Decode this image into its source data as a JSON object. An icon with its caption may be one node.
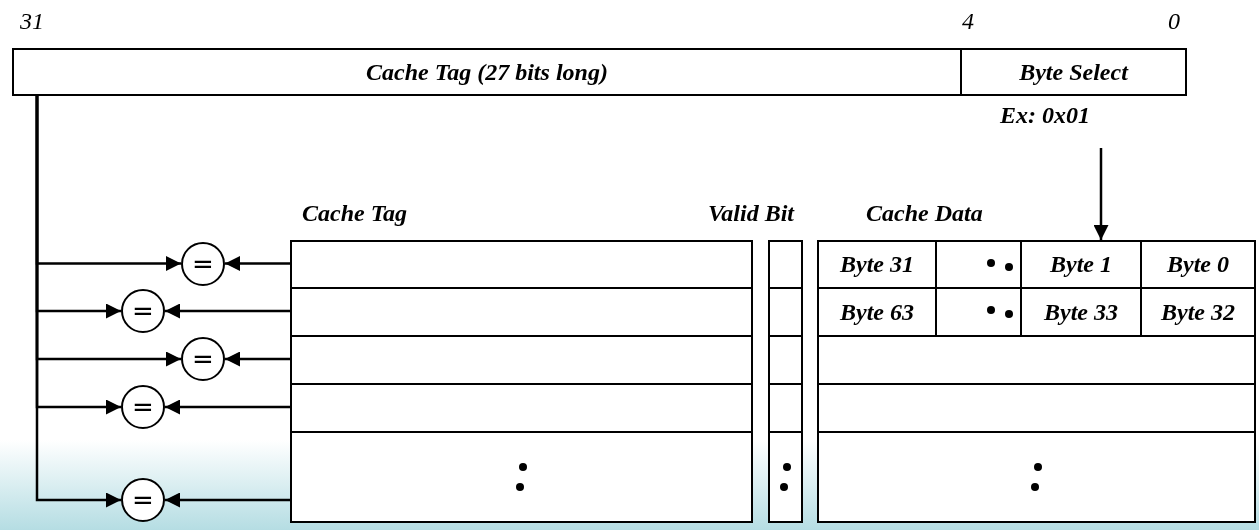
{
  "diagram": {
    "nodes": [
      {
        "text": [
          "Cache Tag (27 bits long)"
        ]
      },
      {
        "text": [
          "Byte Select"
        ],
        "beside": [
          "Ex: 0x01"
        ]
      },
      {
        "text": [
          "="
        ]
      },
      {
        "text": [],
        "shape": "box"
      },
      {
        "text": [],
        "shape": "box"
      },
      {
        "text": [
          "="
        ]
      },
      {
        "text": [],
        "shape": "box"
      },
      {
        "text": [],
        "shape": "box"
      },
      {
        "text": [
          "="
        ]
      },
      {
        "text": [],
        "shape": "box"
      },
      {
        "text": [],
        "shape": "box"
      },
      {
        "text": [
          "="
        ]
      },
      {
        "text": [],
        "shape": "box"
      },
      {
        "text": [],
        "shape": "box"
      },
      {
        "text": [
          "="
        ]
      },
      {
        "text": [],
        "shape": "box"
      },
      {
        "text": [],
        "shape": "box"
      },
      {
        "text": [
          "Byte 31"
        ]
      },
      {
        "text": [],
        "shape": "box"
      },
      {
        "text": [
          "Byte 1"
        ]
      },
      {
        "text": [
          "Byte 0"
        ]
      },
      {
        "text": [
          "Byte 63"
        ]
      },
      {
        "text": [],
        "shape": "box"
      },
      {
        "text": [
          "Byte 33"
        ]
      },
      {
        "text": [
          "Byte 32"
        ]
      },
      {
        "text": [],
        "shape": "box"
      },
      {
        "text": [],
        "shape": "box"
      },
      {
        "text": [],
        "shape": "box"
      }
    ],
    "edges": [
      {
        "from": 0,
        "to": 2,
        "arrow": "to"
      },
      {
        "from": 3,
        "to": 2,
        "arrow": "to"
      },
      {
        "from": 0,
        "to": 5,
        "arrow": "to"
      },
      {
        "from": 6,
        "to": 5,
        "arrow": "to"
      },
      {
        "from": 0,
        "to": 8,
        "arrow": "to"
      },
      {
        "from": 9,
        "to": 8,
        "arrow": "to"
      },
      {
        "from": 0,
        "to": 11,
        "arrow": "to"
      },
      {
        "from": 12,
        "to": 11,
        "arrow": "to"
      },
      {
        "from": 0,
        "to": 14,
        "arrow": "to"
      },
      {
        "from": 15,
        "to": 14,
        "arrow": "to"
      },
      {
        "from": 1,
        "to": 19,
        "arrow": "to"
      }
    ],
    "labels": [
      "31",
      "4",
      "0",
      "Cache Tag",
      "Valid Bit",
      "Cache Data"
    ]
  }
}
